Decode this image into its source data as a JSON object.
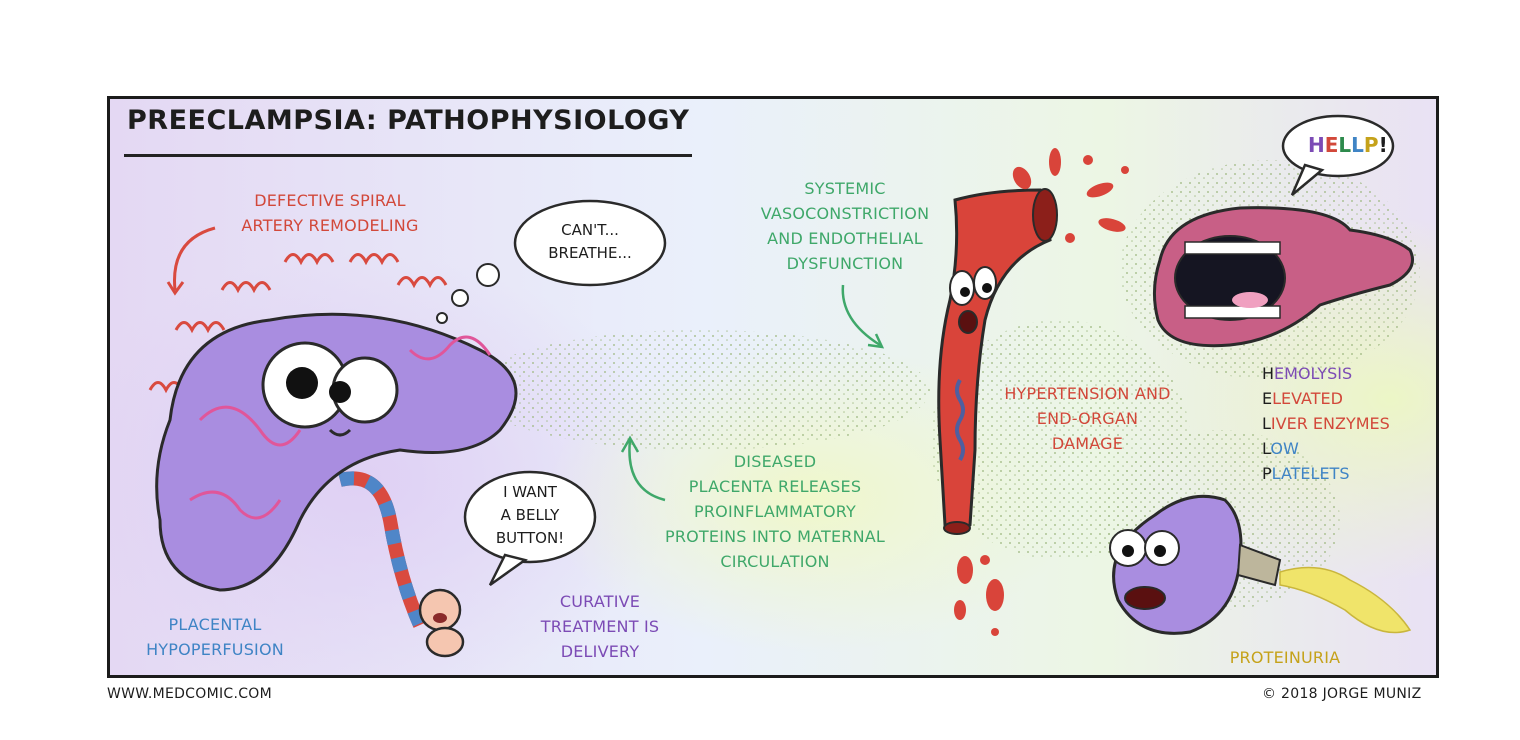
{
  "title": "PREECLAMPSIA: PATHOPHYSIOLOGY",
  "labels": {
    "spiral_artery": [
      "DEFECTIVE SPIRAL",
      "ARTERY REMODELING"
    ],
    "placental_hypoperfusion": [
      "PLACENTAL",
      "HYPOPERFUSION"
    ],
    "curative": [
      "CURATIVE",
      "TREATMENT IS",
      "DELIVERY"
    ],
    "diseased_placenta": [
      "DISEASED",
      "PLACENTA RELEASES",
      "PROINFLAMMATORY",
      "PROTEINS INTO MATERNAL",
      "CIRCULATION"
    ],
    "systemic": [
      "SYSTEMIC",
      "VASOCONSTRICTION",
      "AND ENDOTHELIAL",
      "DYSFUNCTION"
    ],
    "hypertension": [
      "HYPERTENSION AND",
      "END-ORGAN",
      "DAMAGE"
    ],
    "proteinuria": "PROTEINURIA"
  },
  "bubbles": {
    "cant_breathe": [
      "CAN'T...",
      "BREATHE..."
    ],
    "belly_button": [
      "I WANT",
      "A BELLY",
      "BUTTON!"
    ],
    "hellp": {
      "letters": [
        "H",
        "E",
        "L",
        "L",
        "P",
        "!"
      ],
      "colors": [
        "#7c4bb5",
        "#d2483a",
        "#2d8a4c",
        "#3f84c5",
        "#c5a21a",
        "#1d1d1d"
      ]
    }
  },
  "hellp_acronym": [
    {
      "first": "H",
      "rest": "EMOLYSIS",
      "color": "#7c4bb5"
    },
    {
      "first": "E",
      "rest": "LEVATED",
      "color": "#d2483a"
    },
    {
      "first": "L",
      "rest": "IVER ENZYMES",
      "color": "#d2483a"
    },
    {
      "first": "L",
      "rest": "OW",
      "color": "#3f84c5"
    },
    {
      "first": "P",
      "rest": "LATELETS",
      "color": "#3f84c5"
    }
  ],
  "footer": {
    "left": "WWW.MEDCOMIC.COM",
    "right": "© 2018 JORGE MUNIZ"
  },
  "colors": {
    "placenta": "#a98de0",
    "vessel": "#d9443a",
    "liver": "#c85f86",
    "kidney": "#a98de0",
    "urine": "#f0e46a",
    "border": "#1b1b1b"
  }
}
